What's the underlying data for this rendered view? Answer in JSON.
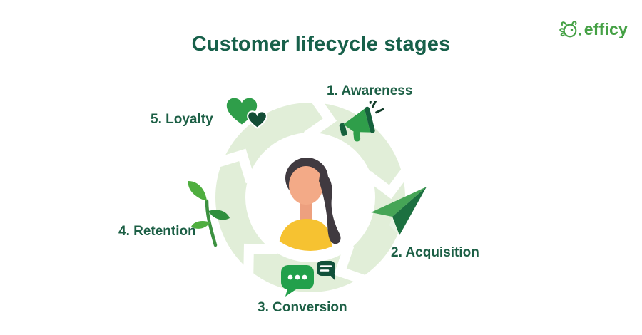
{
  "title": "Customer lifecycle stages",
  "logo": {
    "text": "efficy"
  },
  "stages": [
    {
      "id": "awareness",
      "label": "1. Awareness",
      "icon": "megaphone-icon"
    },
    {
      "id": "acquisition",
      "label": "2. Acquisition",
      "icon": "paper-plane-icon"
    },
    {
      "id": "conversion",
      "label": "3. Conversion",
      "icon": "chat-bubbles-icon"
    },
    {
      "id": "retention",
      "label": "4. Retention",
      "icon": "sprout-icon"
    },
    {
      "id": "loyalty",
      "label": "5. Loyalty",
      "icon": "hearts-icon"
    }
  ],
  "center": {
    "illustration": "customer-portrait"
  },
  "colors": {
    "title_green": "#17604a",
    "label_green": "#1c5f45",
    "ring_green": "#e1eed8",
    "icon_green": "#2f9e4a",
    "icon_dark_green": "#14523a",
    "logo_green": "#45a145",
    "sweater_yellow": "#f6c231",
    "skin": "#f3aa87",
    "hair": "#403a40"
  }
}
